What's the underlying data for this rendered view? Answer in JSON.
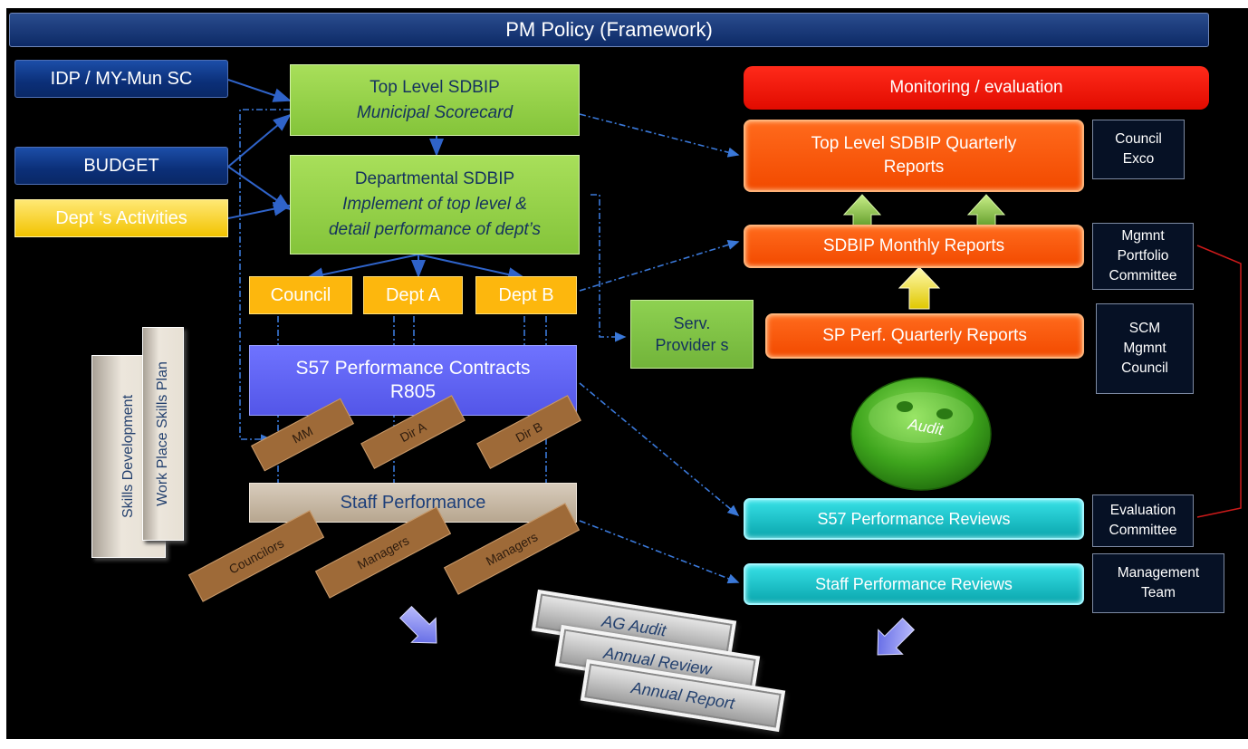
{
  "title": "PM Policy (Framework)",
  "inputs": {
    "idp": "IDP / MY-Mun SC",
    "budget": "BUDGET",
    "activities": "Dept ‘s Activities"
  },
  "top_sdbip": {
    "title": "Top Level SDBIP",
    "subtitle": "Municipal Scorecard"
  },
  "dept_sdbip": {
    "title": "Departmental SDBIP",
    "line1": "Implement of top level &",
    "line2": "detail performance of dept’s"
  },
  "units": {
    "council": "Council",
    "dept_a": "Dept A",
    "dept_b": "Dept B"
  },
  "service_providers": {
    "line1": "Serv.",
    "line2": "Provider s"
  },
  "contracts": {
    "line1": "S57 Performance Contracts",
    "line2": "R805"
  },
  "contract_tags": [
    "MM",
    "Dir A",
    "Dir B"
  ],
  "staff_performance": "Staff Performance",
  "staff_tags": [
    "Councilors",
    "Managers",
    "Managers"
  ],
  "skills_cards": [
    "Skills Development",
    "Work Place Skills Plan"
  ],
  "right_column": {
    "monitoring": "Monitoring / evaluation",
    "quarterly_reports": {
      "line1": "Top Level SDBIP Quarterly",
      "line2": "Reports"
    },
    "monthly_reports": "SDBIP Monthly Reports",
    "sp_reports": "SP Perf. Quarterly Reports",
    "audit": "Audit",
    "s57_reviews": "S57 Performance Reviews",
    "staff_reviews": "Staff Performance Reviews"
  },
  "responsible": {
    "quarterly": [
      "Council",
      "Exco"
    ],
    "monthly": [
      "Mgmnt",
      "Portfolio",
      "Committee"
    ],
    "sp": [
      "SCM",
      "Mgmnt",
      "Council"
    ],
    "s57": [
      "Evaluation",
      "Committee"
    ],
    "staff": [
      "Management",
      "Team"
    ]
  },
  "annual_outputs": [
    "AG Audit",
    "Annual Review",
    "Annual Report"
  ],
  "colors": {
    "background": "#000000",
    "navy": "#0b2f78",
    "green": "#84c43a",
    "amber": "#fdb70d",
    "purple": "#5356e8",
    "red": "#e10b00",
    "orange": "#f24a00",
    "cyan": "#0aa6ad",
    "connector": "#2f63c9"
  }
}
